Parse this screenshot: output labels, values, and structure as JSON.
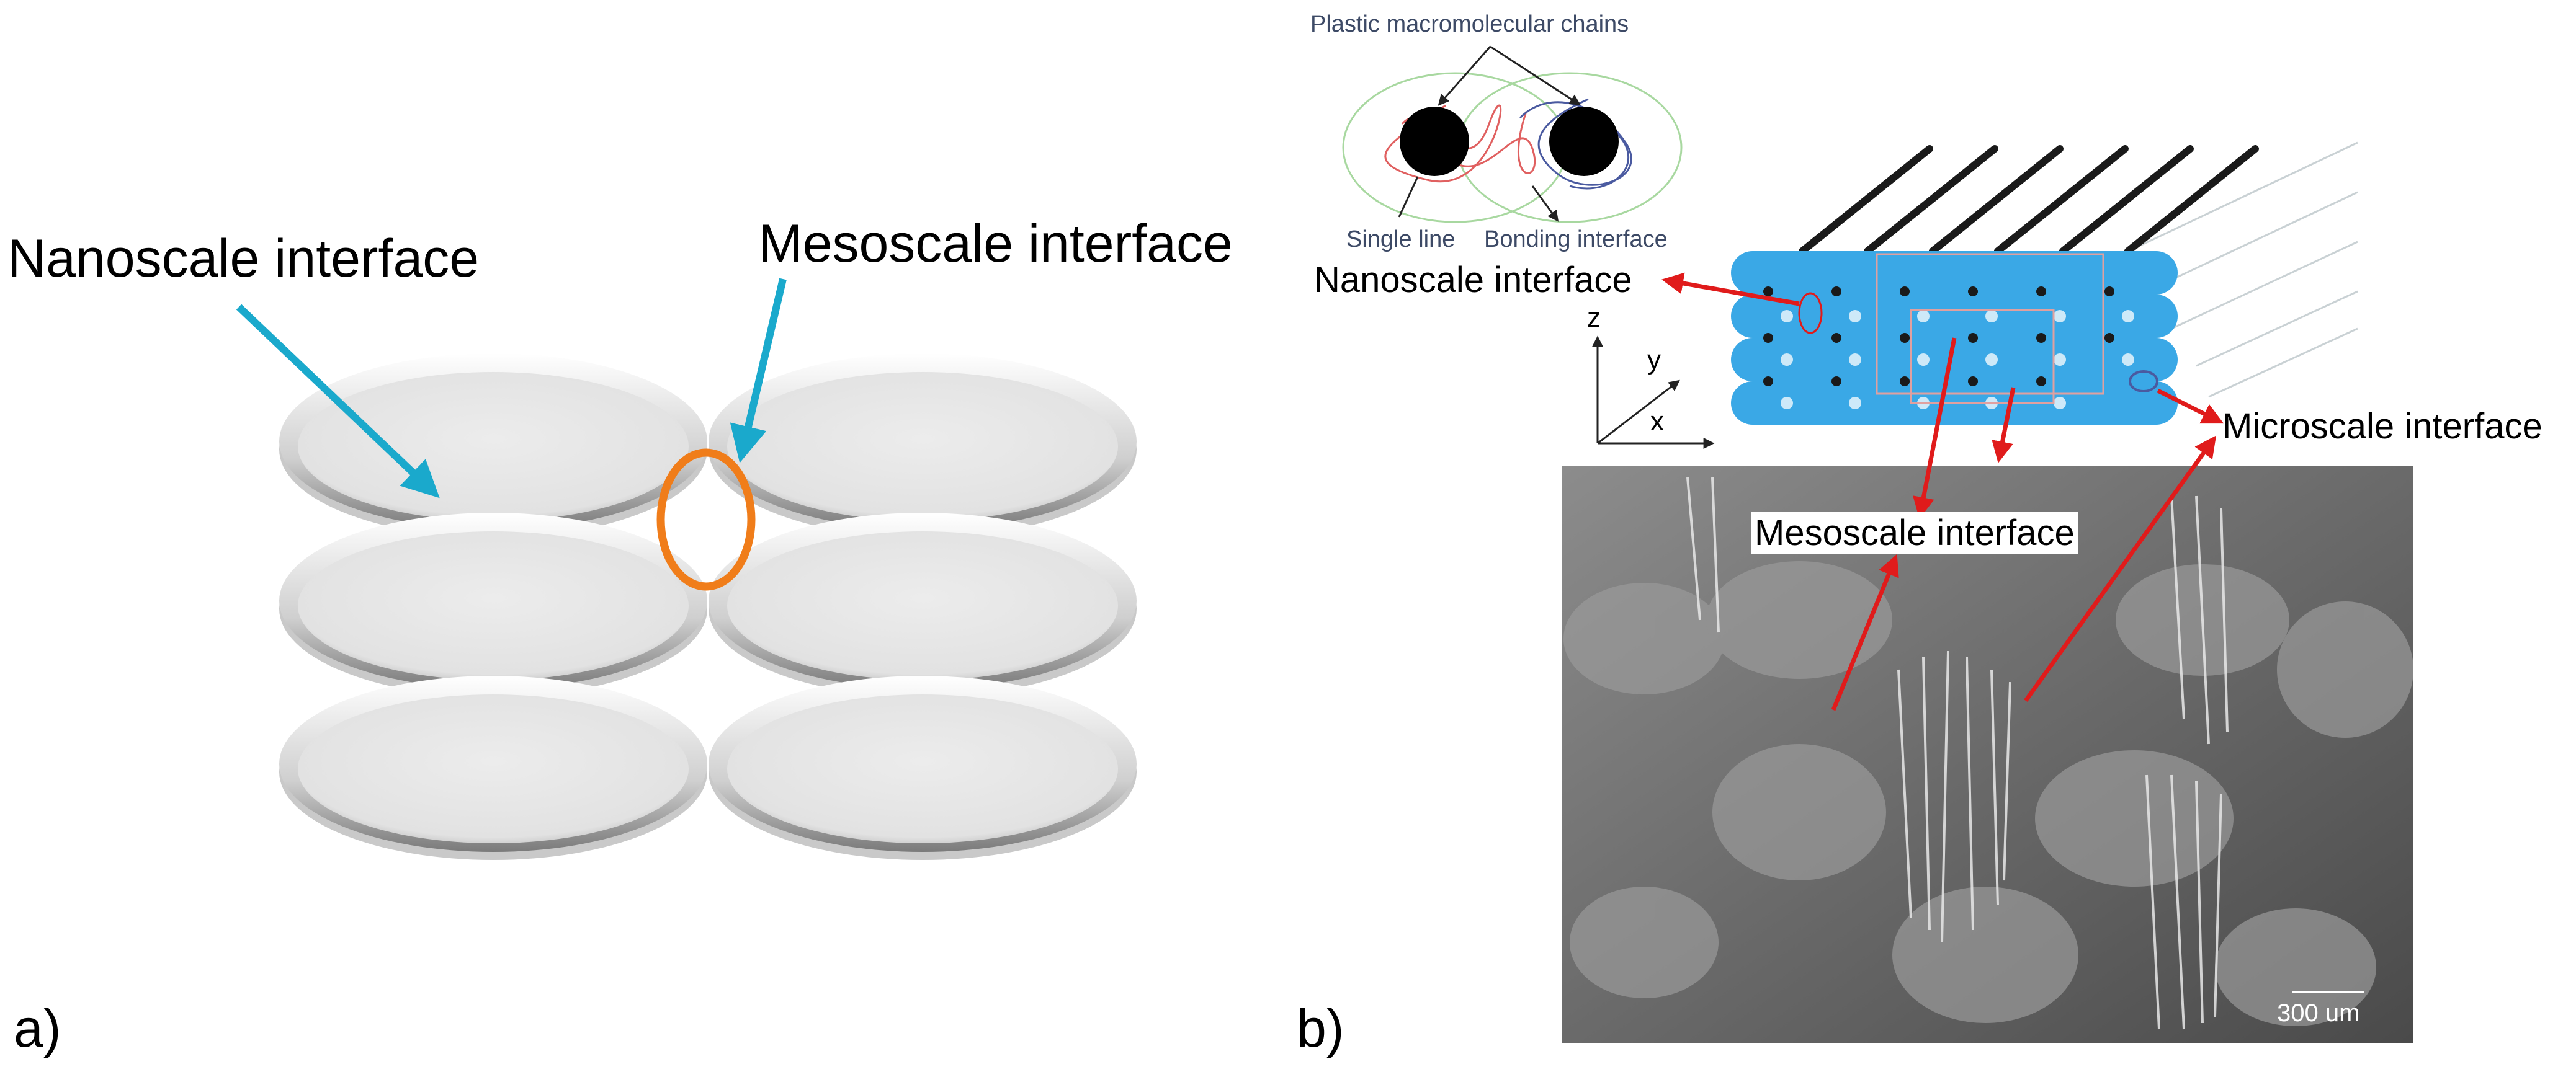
{
  "panel_a": {
    "label": "a)",
    "nanoscale_label": "Nanoscale interface",
    "mesoscale_label": "Mesoscale interface",
    "colors": {
      "arrow": "#1aa9cc",
      "highlight": "#f07d1a",
      "ellipse": "#e8e8e8"
    }
  },
  "panel_b": {
    "label": "b)",
    "chains_title": "Plastic macromolecular chains",
    "single_line": "Single line",
    "bonding_interface": "Bonding interface",
    "nanoscale_label": "Nanoscale interface",
    "mesoscale_label": "Mesoscale interface",
    "microscale_label": "Microscale interface",
    "axes": {
      "z": "z",
      "y": "y",
      "x": "x"
    },
    "scale_bar": "300 um",
    "colors": {
      "arrow": "#e01b1b",
      "print_blue": "#3aa8e6",
      "fiber": "#1a1a1a"
    }
  }
}
